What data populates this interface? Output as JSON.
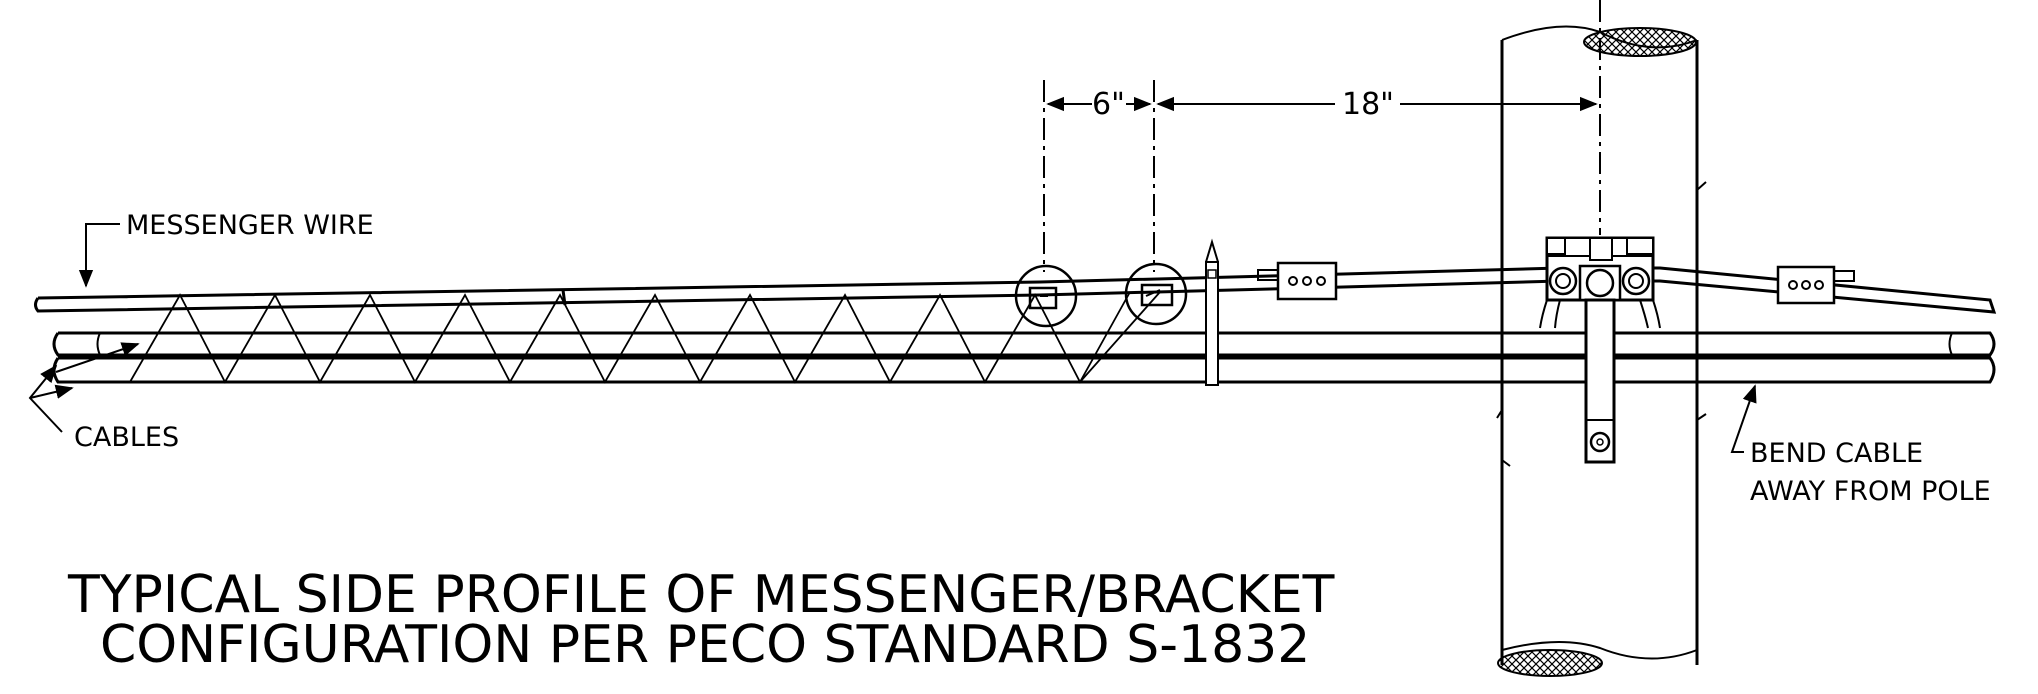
{
  "labels": {
    "messenger_wire": "MESSENGER WIRE",
    "cables": "CABLES",
    "bend_cable_line1": "BEND CABLE",
    "bend_cable_line2": "AWAY FROM POLE"
  },
  "dimensions": {
    "spacing_small": "6\"",
    "spacing_large": "18\""
  },
  "title": {
    "line1": "TYPICAL SIDE PROFILE OF MESSENGER/BRACKET",
    "line2": "CONFIGURATION PER PECO STANDARD S-1832"
  },
  "colors": {
    "line": "#000000",
    "background": "#ffffff"
  }
}
